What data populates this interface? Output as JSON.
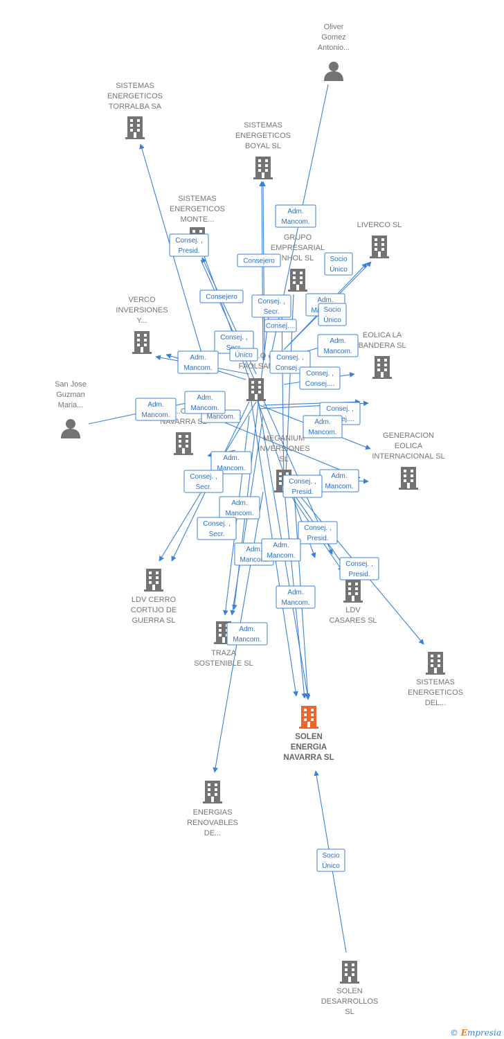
{
  "footer": {
    "copyright": "©",
    "brand_e": "E",
    "brand_rest": "mpresia"
  },
  "colors": {
    "edge": "#3b82d6",
    "node": "#737373",
    "main_node": "#f0642a"
  },
  "nodes": [
    {
      "id": "oliver",
      "type": "person",
      "lines": [
        "Oliver",
        "Gomez",
        "Antonio..."
      ]
    },
    {
      "id": "torralba",
      "type": "company",
      "lines": [
        "SISTEMAS",
        "ENERGETICOS",
        "TORRALBA SA"
      ]
    },
    {
      "id": "boyal",
      "type": "company",
      "lines": [
        "SISTEMAS",
        "ENERGETICOS",
        "BOYAL SL"
      ]
    },
    {
      "id": "monte",
      "type": "company",
      "lines": [
        "SISTEMAS",
        "ENERGETICOS",
        "MONTE..."
      ]
    },
    {
      "id": "grupo",
      "type": "company",
      "lines": [
        "GRUPO",
        "EMPRESARIAL",
        "NHOL SL"
      ]
    },
    {
      "id": "liverco",
      "type": "company",
      "lines": [
        "LIVERCO  SL"
      ]
    },
    {
      "id": "verco",
      "type": "company",
      "lines": [
        "VERCO",
        "INVERSIONES",
        "Y..."
      ]
    },
    {
      "id": "faolsan",
      "type": "company",
      "lines": [
        "IN...O",
        "FAOLSAN"
      ]
    },
    {
      "id": "eolica",
      "type": "company",
      "lines": [
        "EOLICA LA",
        "BANDERA SL"
      ]
    },
    {
      "id": "sanjose",
      "type": "person",
      "lines": [
        "San Jose",
        "Guzman",
        "Maria..."
      ]
    },
    {
      "id": "navarra",
      "type": "company",
      "lines": [
        "...OLI",
        "NAVARRA SL"
      ]
    },
    {
      "id": "meganium",
      "type": "company",
      "lines": [
        "MEGANIUM",
        "INVERSIONES",
        "SL"
      ]
    },
    {
      "id": "generacion",
      "type": "company",
      "lines": [
        "GENERACION",
        "EOLICA",
        "INTERNACIONAL SL"
      ]
    },
    {
      "id": "cerro",
      "type": "company",
      "lines": [
        "LDV CERRO",
        "CORTIJO DE",
        "GUERRA SL"
      ]
    },
    {
      "id": "casares",
      "type": "company",
      "lines": [
        "LDV",
        "CASARES SL"
      ]
    },
    {
      "id": "traza",
      "type": "company",
      "lines": [
        "TRAZA",
        "SOSTENIBLE SL"
      ]
    },
    {
      "id": "sistdel",
      "type": "company",
      "lines": [
        "SISTEMAS",
        "ENERGETICOS",
        "DEL..."
      ]
    },
    {
      "id": "solen",
      "type": "main",
      "lines": [
        "SOLEN",
        "ENERGIA",
        "NAVARRA  SL"
      ]
    },
    {
      "id": "renovables",
      "type": "company",
      "lines": [
        "ENERGIAS",
        "RENOVABLES",
        "DE..."
      ]
    },
    {
      "id": "desarrollos",
      "type": "company",
      "lines": [
        "SOLEN",
        "DESARROLLOS",
        "SL"
      ]
    }
  ],
  "edge_labels": [
    [
      "Adm.",
      "Mancom."
    ],
    [
      "Consej. ,",
      "Presid."
    ],
    [
      "Consejero"
    ],
    [
      "Socio",
      "Único"
    ],
    [
      "Consejero"
    ],
    [
      "Consej. ,",
      "Secr."
    ],
    [
      "Adm.",
      "Mancom."
    ],
    [
      "Consej...."
    ],
    [
      "Socio",
      "Único"
    ],
    [
      "Consej. ,",
      "Secr."
    ],
    [
      "Único"
    ],
    [
      "Adm.",
      "Mancom."
    ],
    [
      "Adm.",
      "Mancom."
    ],
    [
      "Consej. ,",
      "Consej...."
    ],
    [
      "Consej. ,",
      "Consej...."
    ],
    [
      "Adm.",
      "Mancom."
    ],
    [
      "Mancom."
    ],
    [
      "Adm.",
      "Mancom."
    ],
    [
      "Consej. ,",
      "Consej...."
    ],
    [
      "Adm.",
      "Mancom."
    ],
    [
      "Adm.",
      "Mancom."
    ],
    [
      "Consej. ,",
      "Secr."
    ],
    [
      "Adm.",
      "Mancom."
    ],
    [
      "Consej. ,",
      "Secr."
    ],
    [
      "Adm.",
      "Mancom."
    ],
    [
      "Consej. ,",
      "Presid."
    ],
    [
      "Consej. ,",
      "Presid."
    ],
    [
      "Adm.",
      "Mancom."
    ],
    [
      "Adm.",
      "Mancom."
    ],
    [
      "Consej. ,",
      "Presid."
    ],
    [
      "Adm.",
      "Mancom."
    ],
    [
      "Adm.",
      "Mancom."
    ],
    [
      "Socio",
      "Único"
    ]
  ]
}
